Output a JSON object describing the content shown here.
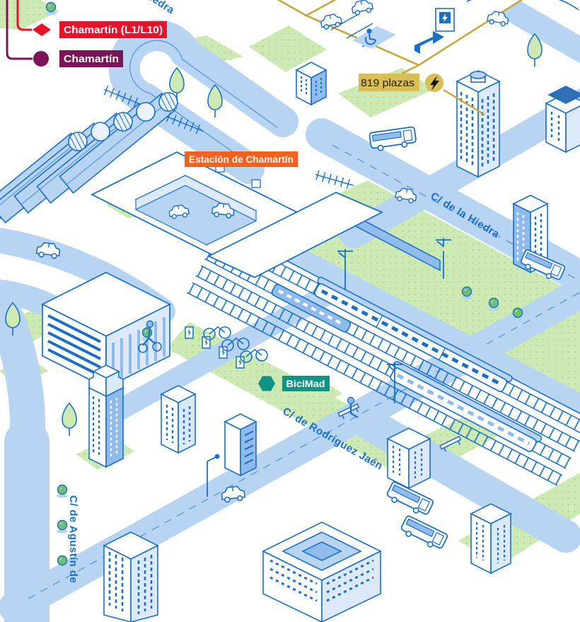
{
  "legend": {
    "metro": {
      "label": "Chamartín (L1/L10)",
      "color": "#e8132b",
      "marker": "diamond"
    },
    "cercanias": {
      "label": "Chamartín",
      "color": "#7c1457",
      "marker": "circle"
    }
  },
  "pois": {
    "station": {
      "label": "Estación de Chamartín",
      "color": "#f2611d"
    },
    "parking": {
      "label": "819 plazas",
      "color": "#d9bd55",
      "icon": "lightning-icon"
    },
    "bicimad": {
      "label": "BiciMad",
      "color": "#0f9384",
      "icon": "hexagon-icon"
    }
  },
  "streets": {
    "hiedra": {
      "label": "C/ de la Hiedra"
    },
    "rodriguez": {
      "label": "C/ de Rodríguez Jaén"
    },
    "agustin": {
      "label": "C/ de Agustín de"
    }
  },
  "colors": {
    "road": "#b7d4f2",
    "outline": "#1a6fc9",
    "green": "#cdeab5",
    "metro_red": "#e8132b",
    "cercanias_purple": "#7c1457",
    "station_orange": "#f2611d",
    "parking_gold": "#d9bd55",
    "bicimad_teal": "#0f9384"
  }
}
